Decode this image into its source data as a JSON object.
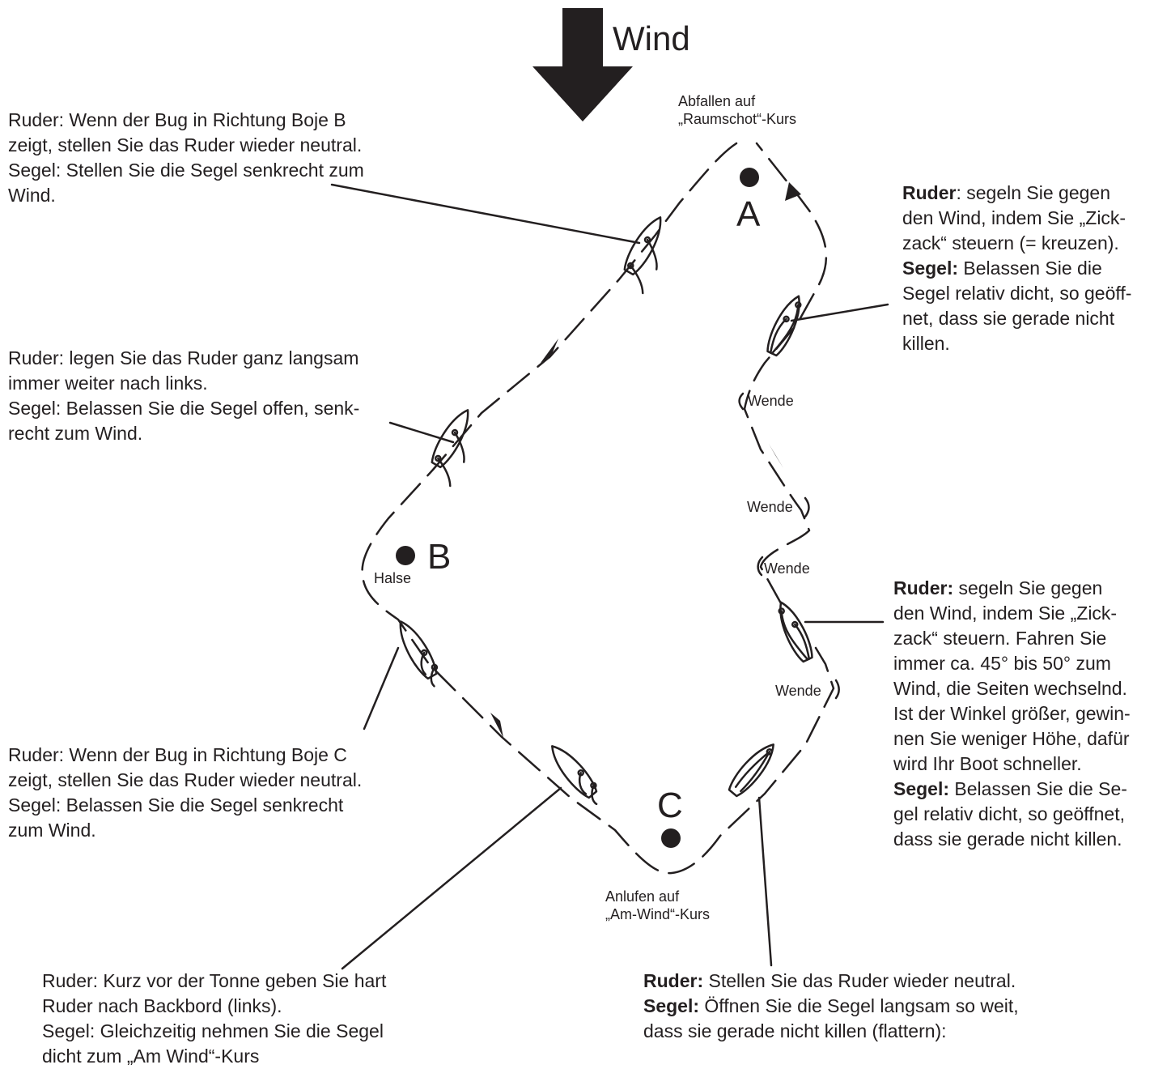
{
  "wind": {
    "label": "Wind"
  },
  "buoys": {
    "a": "A",
    "b": "B",
    "c": "C"
  },
  "course_labels": {
    "abfallen": [
      "Abfallen auf",
      "„Raumschot“-Kurs"
    ],
    "anlufen": [
      "Anlufen auf",
      "„Am-Wind“-Kurs"
    ],
    "halse": "Halse",
    "wende1": "Wende",
    "wende2": "Wende",
    "wende3": "Wende",
    "wende4": "Wende"
  },
  "annotations": {
    "top_left": [
      "Ruder: Wenn der Bug in Richtung Boje B",
      "zeigt, stellen Sie das Ruder wieder neutral.",
      "Segel: Stellen Sie die Segel senkrecht zum",
      "Wind."
    ],
    "mid_left": [
      "Ruder: legen Sie das Ruder ganz langsam",
      "immer weiter nach links.",
      "Segel: Belassen Sie die Segel offen, senk-",
      "recht zum Wind."
    ],
    "lower_left": [
      "Ruder: Wenn der Bug in Richtung Boje C",
      "zeigt, stellen Sie das Ruder wieder neutral.",
      "Segel: Belassen Sie die Segel senkrecht",
      "zum Wind."
    ],
    "bottom_left": [
      "Ruder: Kurz vor der Tonne geben Sie hart",
      "Ruder nach Backbord (links).",
      "Segel: Gleichzeitig nehmen Sie die Segel",
      "dicht zum „Am Wind“-Kurs"
    ],
    "top_right": {
      "ruder_label": "Ruder",
      "ruder_text": [
        ": segeln Sie gegen",
        "den Wind, indem Sie „Zick-",
        "zack“ steuern (= kreuzen)."
      ],
      "segel_label": "Segel:",
      "segel_text": [
        " Belassen Sie die",
        "Segel relativ dicht, so geöff-",
        "net, dass sie gerade nicht",
        "killen."
      ]
    },
    "mid_right": {
      "ruder_label": "Ruder:",
      "ruder_text": [
        " segeln Sie gegen",
        "den Wind, indem Sie „Zick-",
        "zack“ steuern. Fahren Sie",
        "immer ca. 45° bis 50° zum",
        "Wind, die Seiten wechselnd.",
        "Ist der Winkel größer, gewin-",
        "nen Sie weniger Höhe, dafür",
        "wird Ihr Boot schneller."
      ],
      "segel_label": "Segel:",
      "segel_text": [
        " Belassen Sie die Se-",
        "gel relativ dicht, so geöffnet,",
        "dass sie gerade nicht killen."
      ]
    },
    "bottom_right": {
      "ruder_label": "Ruder:",
      "ruder_text": " Stellen Sie das Ruder wieder neutral.",
      "segel_label": "Segel:",
      "segel_text": [
        " Öffnen Sie die Segel langsam so weit,",
        "dass sie gerade nicht killen (flattern):"
      ]
    }
  }
}
